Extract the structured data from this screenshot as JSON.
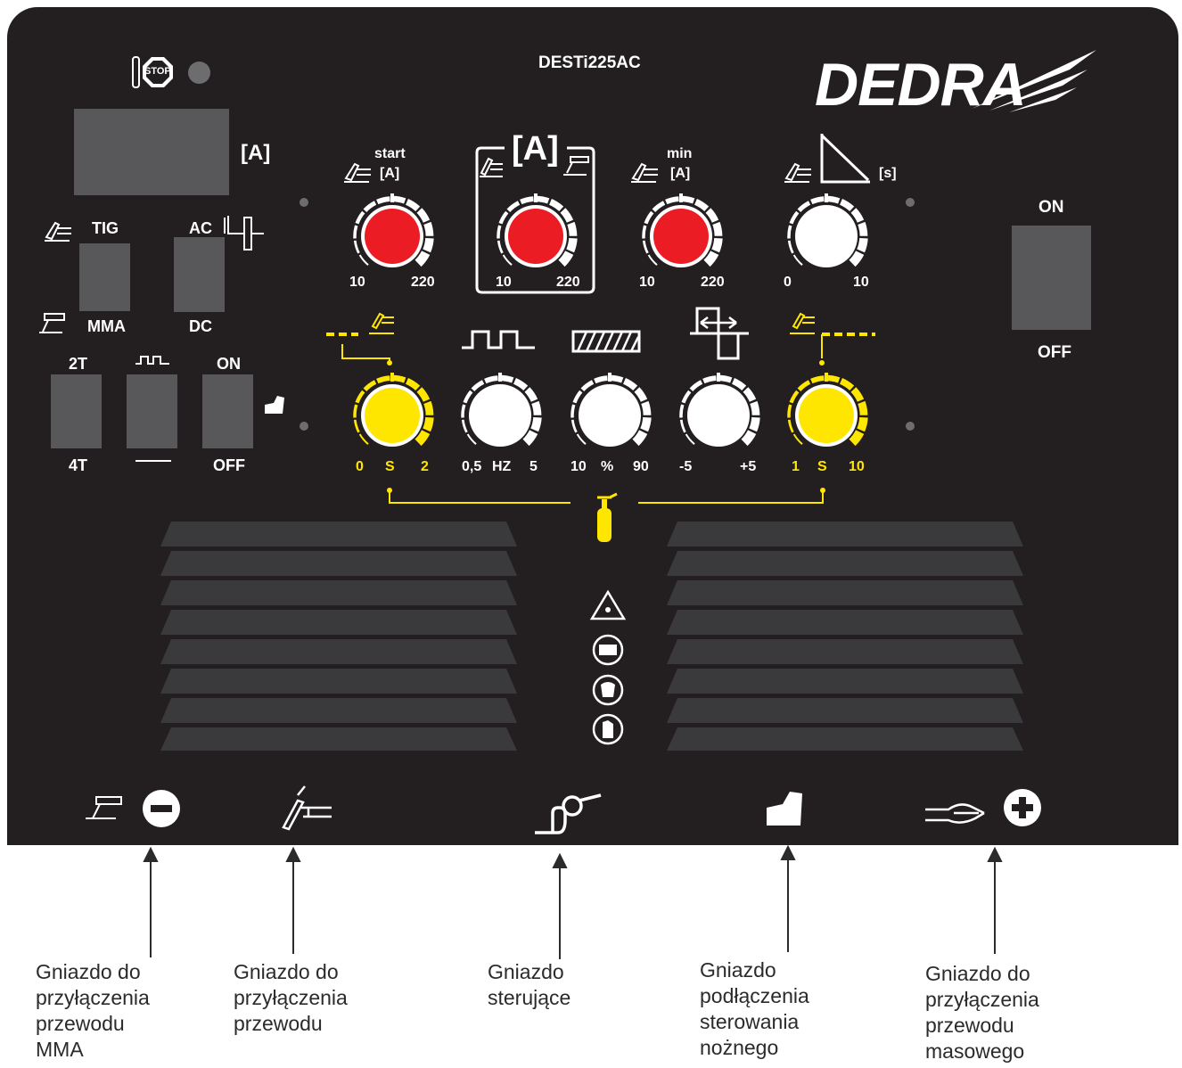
{
  "model": "DESTi225AC",
  "brand": "DEDRA",
  "stop_label": "STOP",
  "display_unit": "[A]",
  "switches": {
    "tig_mma": {
      "top": "TIG",
      "bottom": "MMA"
    },
    "ac_dc": {
      "top": "AC",
      "bottom": "DC"
    },
    "t2_t4": {
      "top": "2T",
      "bottom": "4T"
    },
    "pulse_onoff": {
      "top": "ON",
      "bottom": "OFF"
    },
    "power": {
      "top": "ON",
      "bottom": "OFF"
    }
  },
  "knobs_top": [
    {
      "id": "start",
      "title": "start",
      "unit": "[A]",
      "min": "10",
      "max": "220",
      "color": "#ec1c24"
    },
    {
      "id": "main",
      "title": "[A]",
      "min": "10",
      "max": "220",
      "color": "#ec1c24"
    },
    {
      "id": "min",
      "title": "min",
      "unit": "[A]",
      "min": "10",
      "max": "220",
      "color": "#ec1c24"
    },
    {
      "id": "slope",
      "unit": "[s]",
      "min": "0",
      "max": "10",
      "color": "#ffffff"
    }
  ],
  "knobs_bottom": [
    {
      "id": "pregas",
      "min": "0",
      "unit": "S",
      "max": "2",
      "color": "#ffe600"
    },
    {
      "id": "pulse_freq",
      "min": "0,5",
      "unit": "HZ",
      "max": "5",
      "color": "#ffffff"
    },
    {
      "id": "pulse_duty",
      "min": "10",
      "unit": "%",
      "max": "90",
      "color": "#ffffff"
    },
    {
      "id": "ac_balance",
      "min": "-5",
      "max": "+5",
      "color": "#ffffff"
    },
    {
      "id": "postgas",
      "min": "1",
      "unit": "S",
      "max": "10",
      "color": "#ffe600"
    }
  ],
  "captions": [
    "Gniazdo do\nprzyłączenia\nprzewodu\nMMA",
    "Gniazdo do\nprzyłączenia\nprzewodu",
    "Gniazdo\nsterujące",
    "Gniazdo\npodłączenia\nsterowania\nnożnego",
    "Gniazdo do\nprzyłączenia\nprzewodu\nmasowego"
  ],
  "colors": {
    "panel": "#231f20",
    "switch": "#58585a",
    "red": "#ec1c24",
    "yellow": "#ffe600",
    "vent": "#3a3a3c"
  }
}
